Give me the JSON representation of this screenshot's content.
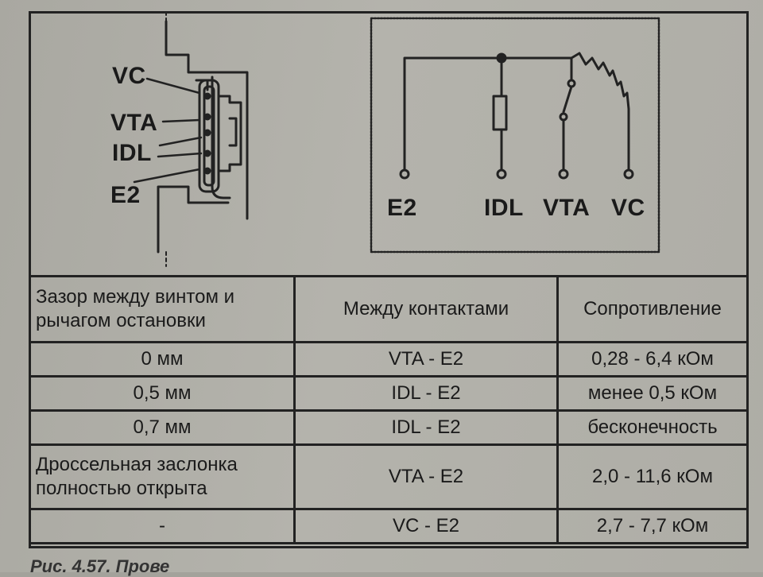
{
  "connector": {
    "labels": [
      "VC",
      "VTA",
      "IDL",
      "E2"
    ]
  },
  "circuit": {
    "terminals": [
      "E2",
      "IDL",
      "VTA",
      "VC"
    ]
  },
  "table": {
    "headers": [
      "Зазор между винтом и рычагом остановки",
      "Между контактами",
      "Сопротивление"
    ],
    "rows": [
      [
        "0 мм",
        "VTA - E2",
        "0,28 - 6,4 кОм"
      ],
      [
        "0,5 мм",
        "IDL - E2",
        "менее 0,5 кОм"
      ],
      [
        "0,7 мм",
        "IDL - E2",
        "бесконечность"
      ],
      [
        "Дроссельная заслонка полностью открыта",
        "VTA - E2",
        "2,0 - 11,6 кОм"
      ],
      [
        "-",
        "VC - E2",
        "2,7 - 7,7 кОм"
      ]
    ]
  },
  "caption": "Рис. 4.57. Прове"
}
